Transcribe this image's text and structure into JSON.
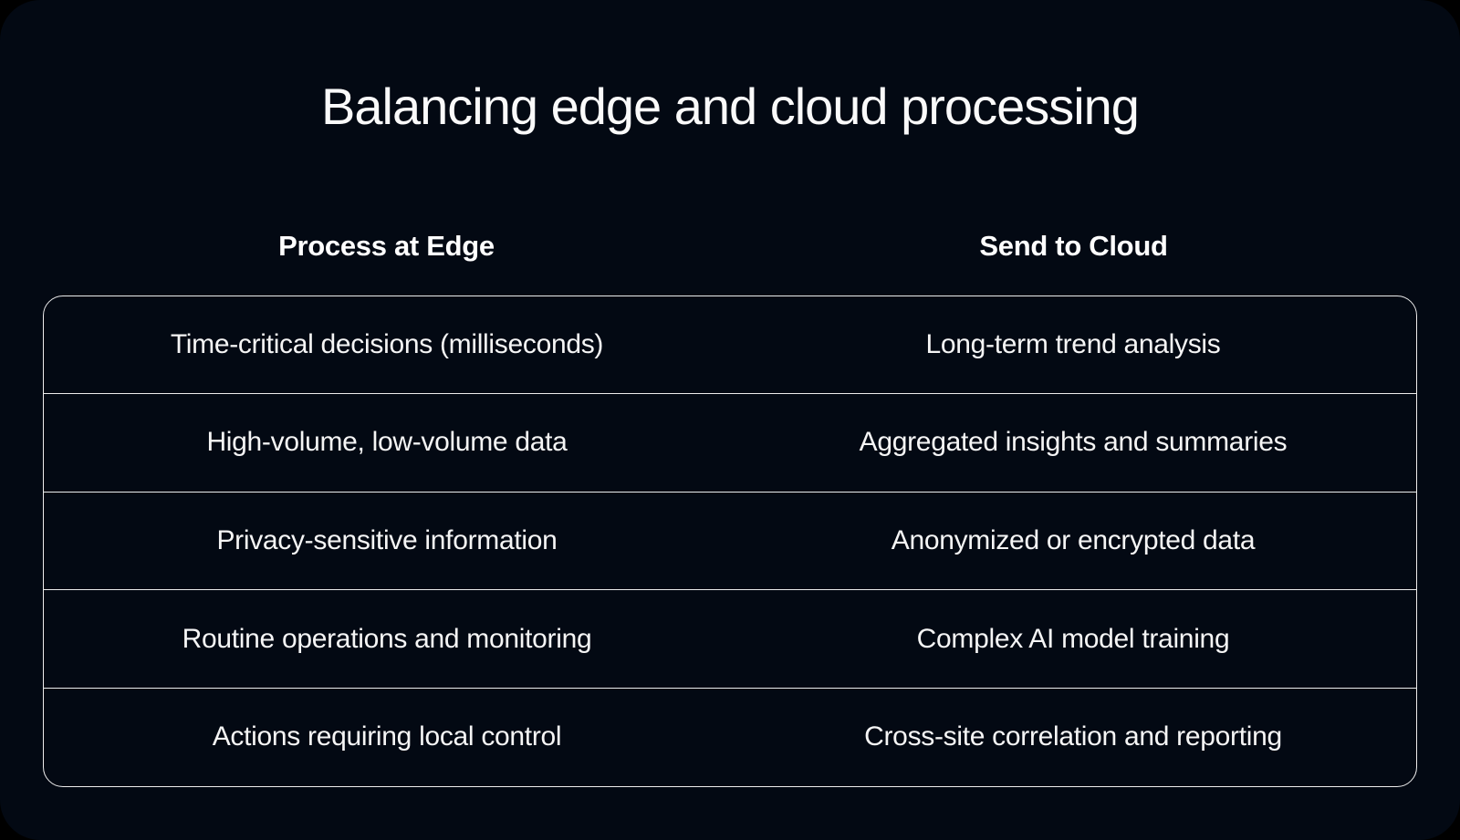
{
  "slide": {
    "title": "Balancing edge and cloud processing"
  },
  "columns": {
    "edge_header": "Process at Edge",
    "cloud_header": "Send to Cloud"
  },
  "table": {
    "rows": [
      {
        "edge": "Time-critical decisions (milliseconds)",
        "cloud": "Long-term trend analysis"
      },
      {
        "edge": "High-volume, low-volume data",
        "cloud": "Aggregated insights and summaries"
      },
      {
        "edge": "Privacy-sensitive information",
        "cloud": "Anonymized or encrypted data"
      },
      {
        "edge": "Routine operations and monitoring",
        "cloud": "Complex AI model training"
      },
      {
        "edge": "Actions requiring local control",
        "cloud": "Cross-site correlation and reporting"
      }
    ]
  },
  "colors": {
    "page_background": "#000000",
    "slide_surface": "#030913",
    "table_border": "#ededed",
    "text": "#f5f5f5"
  }
}
